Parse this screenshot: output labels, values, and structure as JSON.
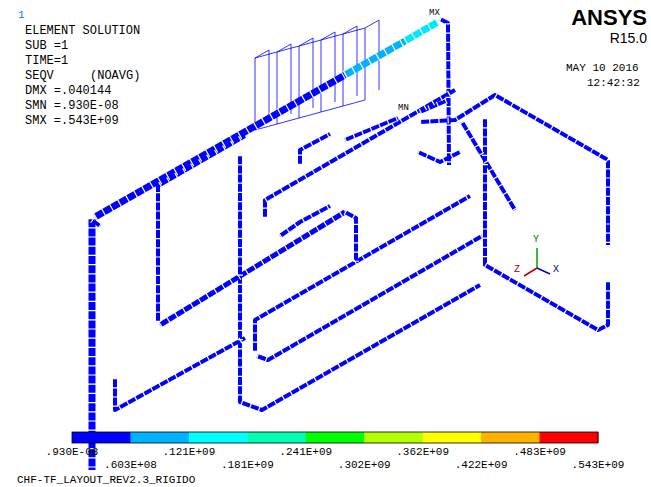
{
  "diagram": {
    "labels": [
      "1",
      "ELEMENT SOLUTION",
      "SUB =1",
      "TIME=1",
      "SEQV",
      "(NOAVG)",
      "DMX =.040144",
      "SMN =.930E-08",
      "SMX =.543E+09",
      "ANSYS",
      "R15.0",
      "MAY 10 2016",
      "12:42:32",
      "MX",
      "MN",
      "Y",
      "Z",
      "X",
      ".930E-08",
      ".603E+08",
      ".121E+09",
      ".181E+09",
      ".241E+09",
      ".302E+09",
      ".362E+09",
      ".422E+09",
      ".483E+09",
      ".543E+09",
      "CHF-TF_LAYOUT_REV2.3_RIGIDO"
    ]
  }
}
